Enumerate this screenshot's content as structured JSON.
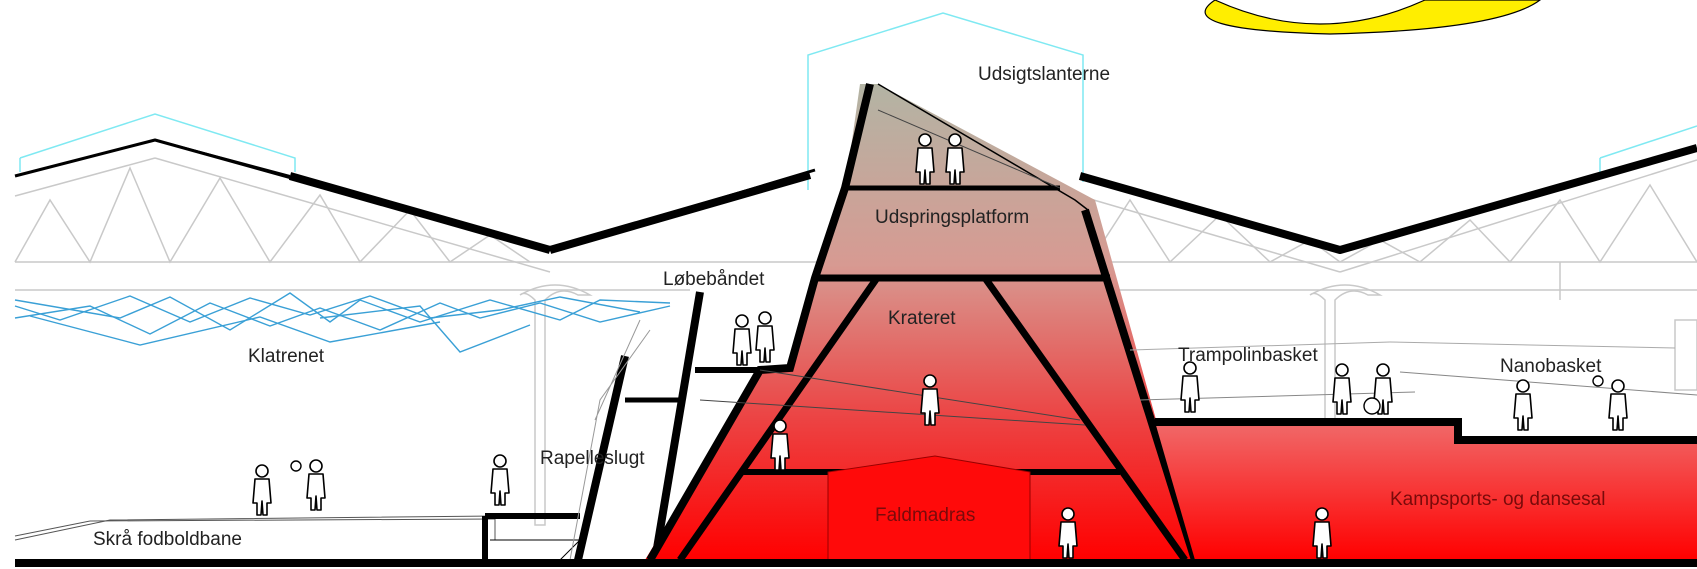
{
  "labels": {
    "udsigtslanterne": "Udsigtslanterne",
    "udspringsplatform": "Udspringsplatform",
    "lobebandet": "Løbebåndet",
    "krateret": "Krateret",
    "klatrenet": "Klatrenet",
    "trampolinbasket": "Trampolinbasket",
    "nanobasket": "Nanobasket",
    "rapelleslugt": "Rapelleslugt",
    "faldmadras": "Faldmadras",
    "kampsports": "Kampsports- og dansesal",
    "skra_fodboldbane": "Skrå fodboldbane"
  },
  "colors": {
    "sun": "#ffee00",
    "tower_top": "#b3b4a4",
    "tower_red": "#ff0000",
    "net": "#3aa0d6",
    "skylight": "#7fe9f2",
    "structure": "#000000"
  }
}
